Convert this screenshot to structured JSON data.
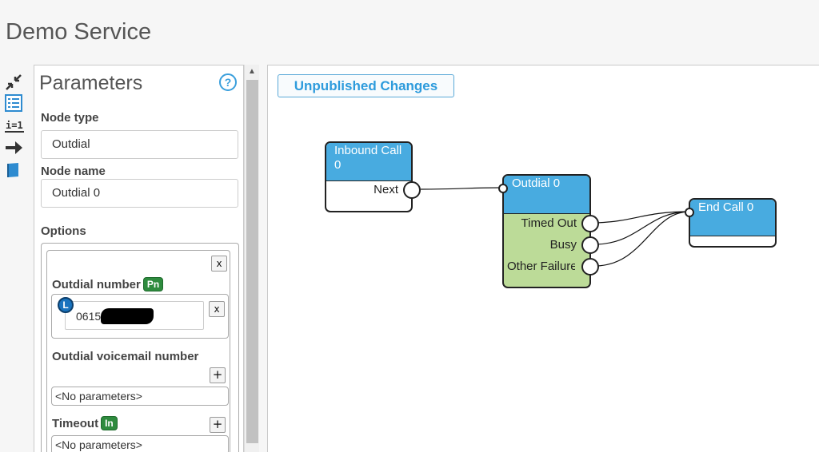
{
  "page": {
    "title": "Demo Service"
  },
  "toolbar": {
    "icons": [
      "collapse-icon",
      "list-icon",
      "i-equals-one-icon",
      "arrow-right-icon",
      "book-icon"
    ],
    "i_equals_label": "i=1"
  },
  "panel": {
    "title": "Parameters",
    "help_label": "?",
    "node_type_label": "Node type",
    "node_type_value": "Outdial",
    "node_name_label": "Node name",
    "node_name_value": "Outdial 0",
    "options_label": "Options",
    "outdial_number_label": "Outdial number",
    "outdial_number_badge": "Pn",
    "outdial_number_list_badge": "L",
    "outdial_number_value": "061518",
    "outdial_voicemail_label": "Outdial voicemail number",
    "no_params_1": "<No parameters>",
    "timeout_label": "Timeout",
    "timeout_badge": "In",
    "no_params_2": "<No parameters>",
    "x_label": "x",
    "plus_label": "+"
  },
  "canvas": {
    "unpublished_label": "Unpublished Changes",
    "nodes": {
      "inbound": {
        "title": "Inbound Call 0",
        "ports": [
          "Next"
        ]
      },
      "outdial": {
        "title": "Outdial 0",
        "ports": [
          "Timed Out",
          "Busy",
          "Other Failure"
        ]
      },
      "endcall": {
        "title": "End Call 0"
      }
    },
    "colors": {
      "node_header": "#48abe0",
      "outdial_body": "#bcdb98",
      "accent": "#2e9bdc"
    }
  }
}
